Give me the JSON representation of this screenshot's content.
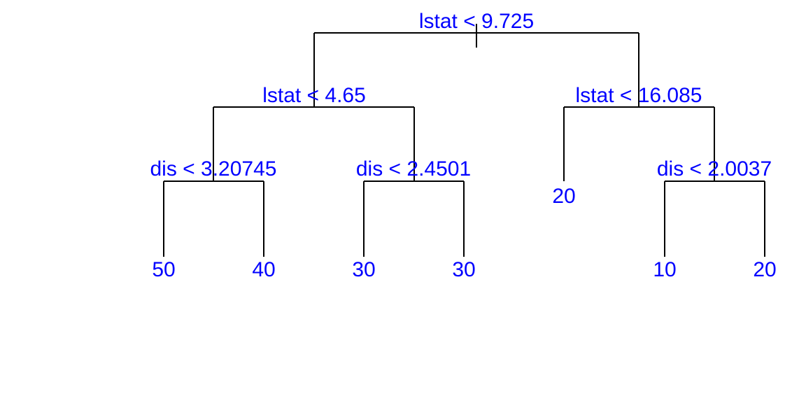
{
  "diagram": {
    "type": "decision-tree",
    "label_color": "#0000ff",
    "line_color": "#000000",
    "root": {
      "split": "lstat < 9.725",
      "left": {
        "split": "lstat < 4.65",
        "left": {
          "split": "dis < 3.20745",
          "left": {
            "leaf": "50"
          },
          "right": {
            "leaf": "40"
          }
        },
        "right": {
          "split": "dis < 2.4501",
          "left": {
            "leaf": "30"
          },
          "right": {
            "leaf": "30"
          }
        }
      },
      "right": {
        "split": "lstat < 16.085",
        "left": {
          "leaf": "20"
        },
        "right": {
          "split": "dis < 2.0037",
          "left": {
            "leaf": "10"
          },
          "right": {
            "leaf": "20"
          }
        }
      }
    }
  }
}
